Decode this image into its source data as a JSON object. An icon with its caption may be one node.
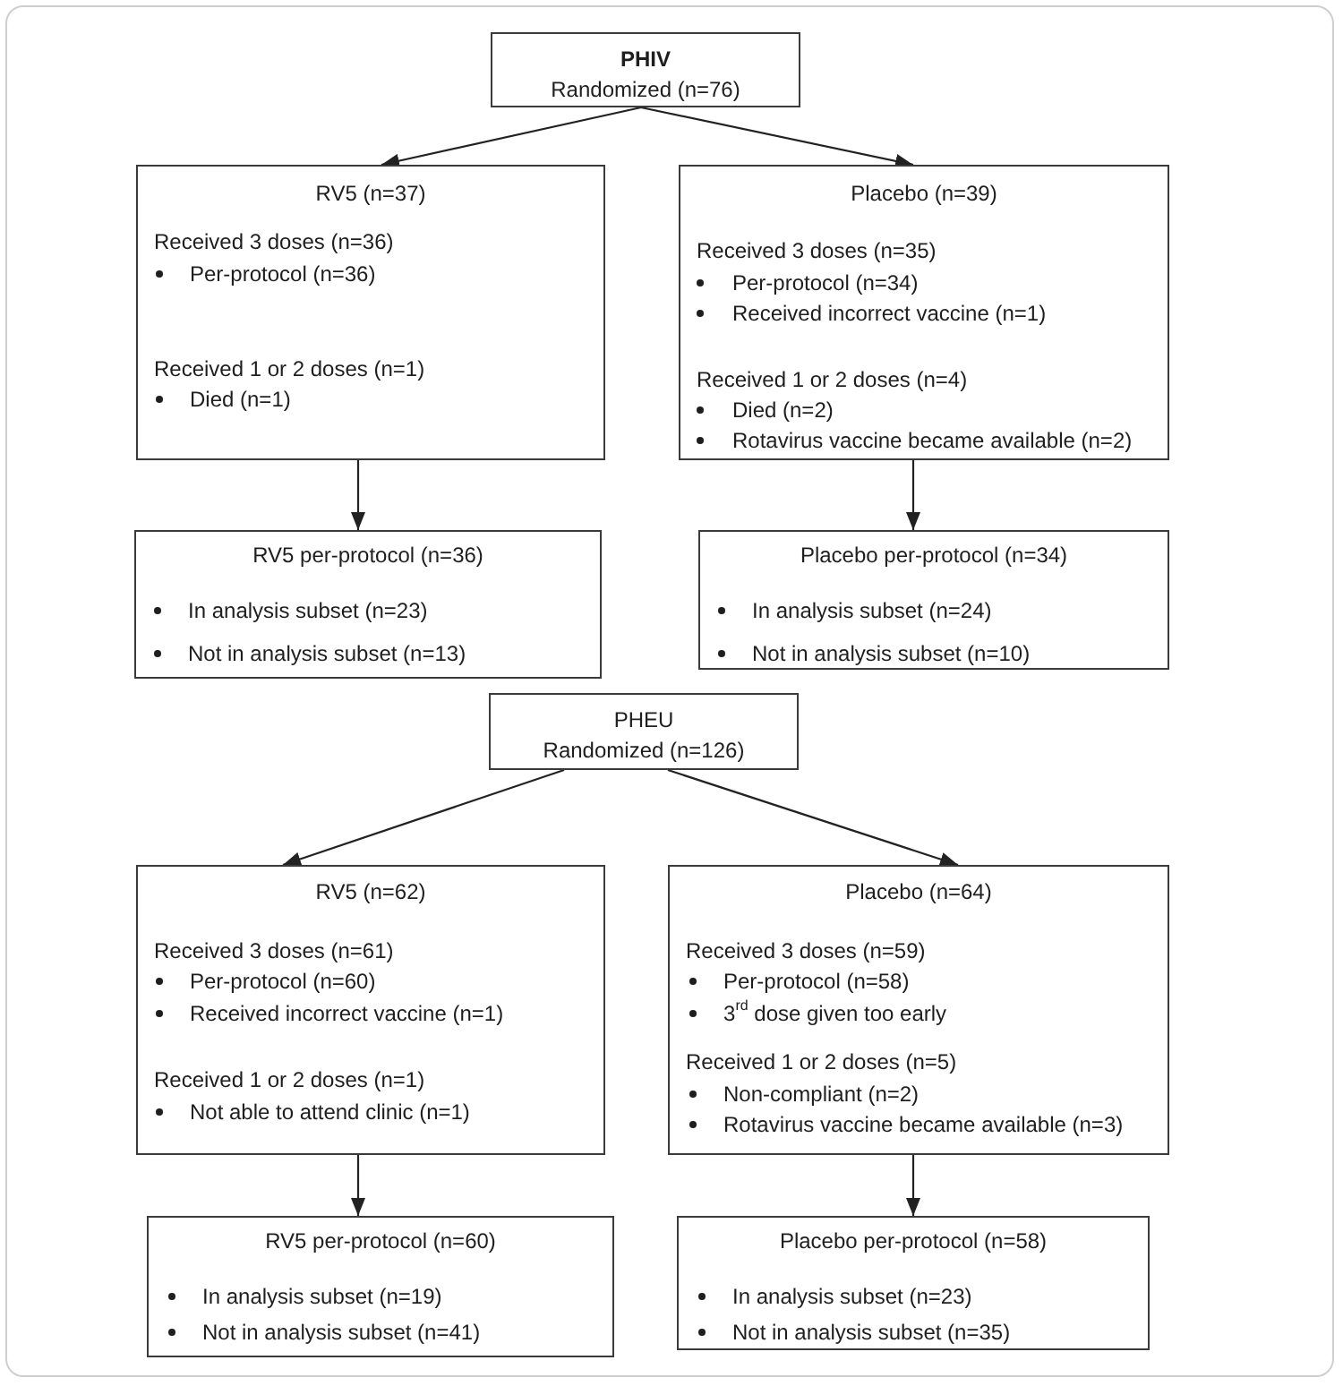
{
  "diagram": {
    "nodes": [
      {
        "text": [
          "PHIV",
          "Randomized (n=76)"
        ]
      },
      {
        "text": [
          "RV5 (n=37)",
          "Received 3 doses (n=36)",
          "Per-protocol (n=36)",
          "Received 1 or 2 doses (n=1)",
          "Died (n=1)"
        ]
      },
      {
        "text": [
          "Placebo (n=39)",
          "Received 3 doses (n=35)",
          "Per-protocol (n=34)",
          "Received incorrect vaccine (n=1)",
          "Received 1 or 2 doses (n=4)",
          "Died (n=2)",
          "Rotavirus vaccine became available (n=2)"
        ]
      },
      {
        "text": [
          "RV5 per-protocol (n=36)",
          "In analysis subset (n=23)",
          "Not in analysis subset (n=13)"
        ]
      },
      {
        "text": [
          "Placebo per-protocol (n=34)",
          "In analysis subset (n=24)",
          "Not in analysis subset (n=10)"
        ]
      },
      {
        "text": [
          "PHEU",
          "Randomized (n=126)"
        ]
      },
      {
        "text": [
          "RV5 (n=62)",
          "Received 3 doses (n=61)",
          "Per-protocol (n=60)",
          "Received incorrect vaccine (n=1)",
          "Received 1 or 2 doses (n=1)",
          "Not able to attend clinic (n=1)"
        ]
      },
      {
        "text": [
          "Placebo (n=64)",
          "Received 3 doses (n=59)",
          "Per-protocol (n=58)",
          "3$^{rd}$ dose given too early",
          "Received 1 or 2 doses (n=5)",
          "Non-compliant (n=2)",
          "Rotavirus vaccine became available (n=3)"
        ]
      },
      {
        "text": [
          "RV5 per-protocol (n=60)",
          "In analysis subset (n=19)",
          "Not in analysis subset (n=41)"
        ]
      },
      {
        "text": [
          "Placebo per-protocol (n=58)",
          "In analysis subset (n=23)",
          "Not in analysis subset (n=35)"
        ]
      }
    ],
    "edges": [
      {
        "from": 0,
        "to": 1,
        "arrow": "to"
      },
      {
        "from": 0,
        "to": 2,
        "arrow": "to"
      },
      {
        "from": 1,
        "to": 3,
        "arrow": "to"
      },
      {
        "from": 2,
        "to": 4,
        "arrow": "to"
      },
      {
        "from": 5,
        "to": 6,
        "arrow": "to"
      },
      {
        "from": 5,
        "to": 7,
        "arrow": "to"
      },
      {
        "from": 6,
        "to": 8,
        "arrow": "to"
      },
      {
        "from": 7,
        "to": 9,
        "arrow": "to"
      }
    ]
  }
}
